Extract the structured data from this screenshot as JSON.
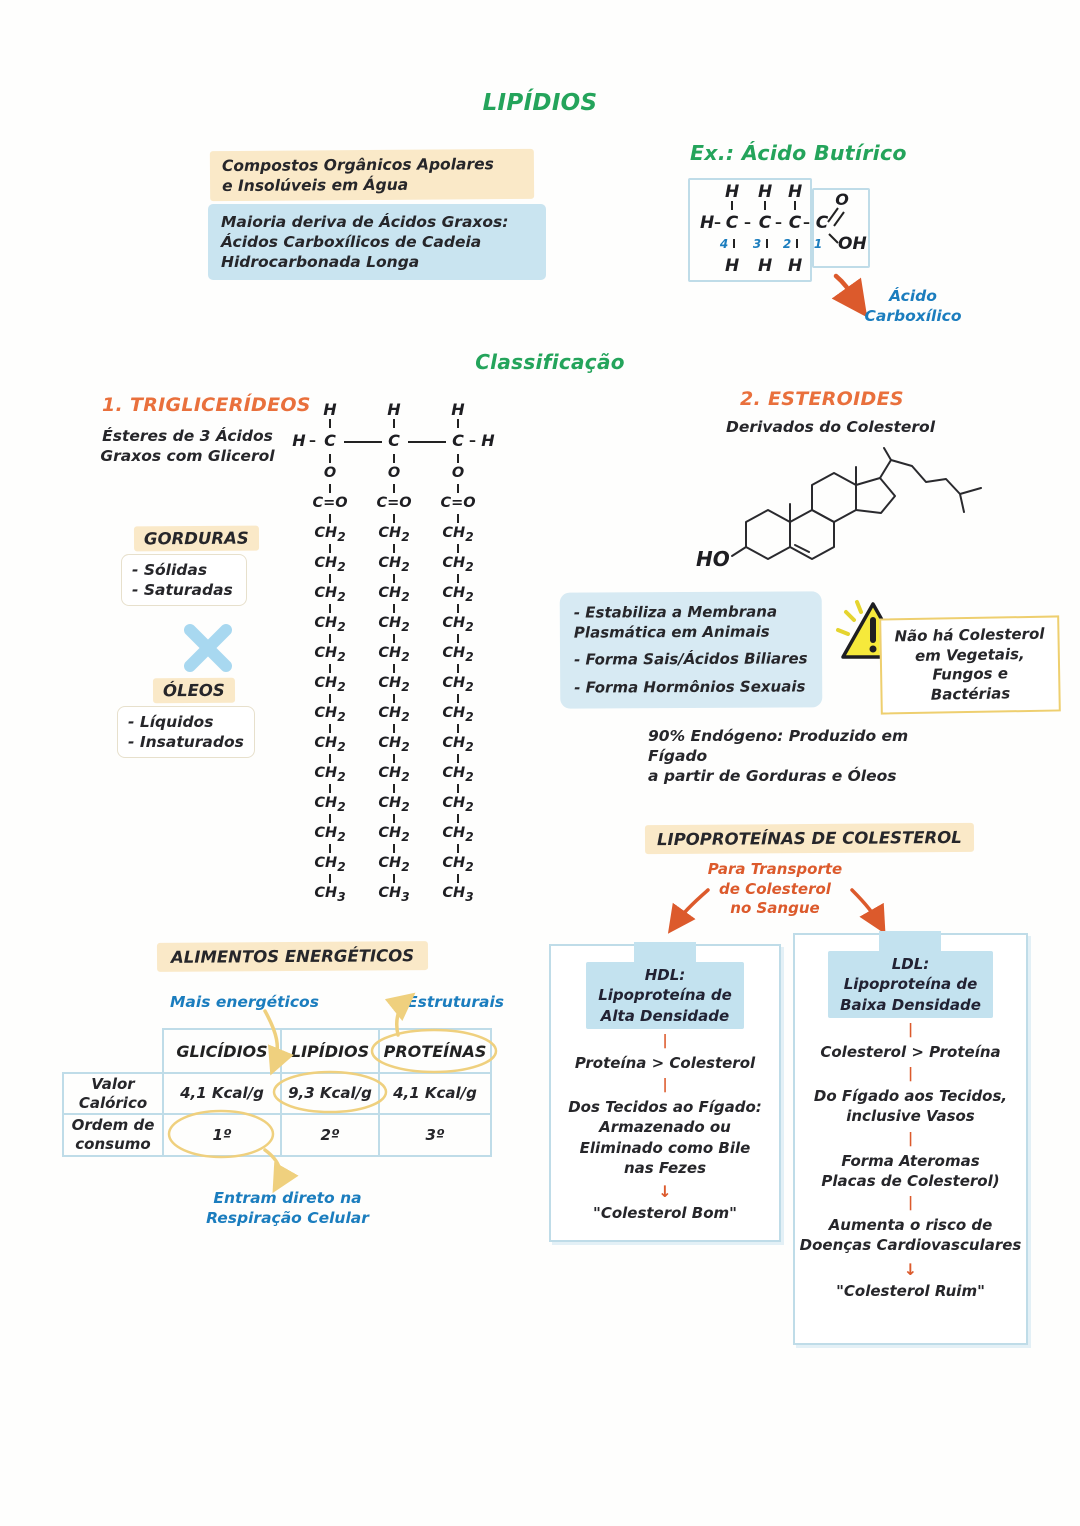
{
  "page": {
    "title": "LIPÍDIOS"
  },
  "intro": {
    "note_apolar": "Compostos Orgânicos Apolares\ne Insolúveis em Água",
    "note_acidos_graxos": "Maioria deriva de Ácidos Graxos:\nÁcidos Carboxílicos de Cadeia\nHidrocarbonada Longa"
  },
  "butyric": {
    "heading": "Ex.: Ácido Butírico",
    "top_h": [
      "H",
      "H",
      "H"
    ],
    "left_h": "H",
    "carbons": [
      "C",
      "C",
      "C",
      "C"
    ],
    "numbers": [
      "4",
      "3",
      "2",
      "1"
    ],
    "bottom_h": [
      "H",
      "H",
      "H"
    ],
    "o": "O",
    "oh": "OH",
    "arrow_label": "Ácido\nCarboxílico"
  },
  "classification": {
    "heading": "Classificação"
  },
  "triglycerides": {
    "heading": "1. TRIGLICERÍDEOS",
    "subtitle": "Ésteres de 3 Ácidos\nGraxos com Glicerol",
    "structure": {
      "h": "H",
      "c": "C"
    },
    "chain_units": [
      "O",
      "C=O",
      "CH2",
      "CH2",
      "CH2",
      "CH2",
      "CH2",
      "CH2",
      "CH2",
      "CH2",
      "CH2",
      "CH2",
      "CH2",
      "CH2",
      "CH3"
    ],
    "gorduras": {
      "title": "GORDURAS",
      "items": [
        "- Sólidas",
        "- Saturadas"
      ]
    },
    "oleos": {
      "title": "ÓLEOS",
      "items": [
        "- Líquidos",
        "- Insaturados"
      ]
    }
  },
  "steroids": {
    "heading": "2. ESTEROIDES",
    "subtitle": "Derivados do Colesterol",
    "ho_label": "HO",
    "functions": [
      "- Estabiliza a Membrana\nPlasmática em Animais",
      "- Forma Sais/Ácidos Biliares",
      "- Forma Hormônios Sexuais"
    ],
    "warning": "Não há Colesterol\nem Vegetais,\nFungos e Bactérias",
    "endogenous": "90% Endógeno: Produzido em Fígado\na partir de Gorduras e Óleos"
  },
  "lipoproteins": {
    "heading": "LIPOPROTEÍNAS DE COLESTEROL",
    "subtitle": "Para Transporte\nde Colesterol\nno Sangue",
    "hdl": {
      "title": "HDL:\nLipoproteína de\nAlta Densidade",
      "steps": [
        "Proteína > Colesterol",
        "Dos Tecidos ao Fígado:\nArmazenado ou\nEliminado como Bile\nnas Fezes"
      ],
      "result": "\"Colesterol Bom\""
    },
    "ldl": {
      "title": "LDL:\nLipoproteína de\nBaixa Densidade",
      "steps": [
        "Colesterol > Proteína",
        "Do Fígado aos Tecidos,\ninclusive Vasos",
        "Forma Ateromas\nPlacas de Colesterol)",
        "Aumenta o risco de\nDoenças Cardiovasculares"
      ],
      "result": "\"Colesterol Ruim\""
    }
  },
  "energy_table": {
    "heading": "ALIMENTOS ENERGÉTICOS",
    "annotation_left": "Mais energéticos",
    "annotation_right": "Estruturais",
    "columns": [
      "GLICÍDIOS",
      "LIPÍDIOS",
      "PROTEÍNAS"
    ],
    "rows": [
      {
        "label": "Valor\nCalórico",
        "values": [
          "4,1 Kcal/g",
          "9,3 Kcal/g",
          "4,1 Kcal/g"
        ]
      },
      {
        "label": "Ordem de\nconsumo",
        "values": [
          "1º",
          "2º",
          "3º"
        ]
      }
    ],
    "annotation_bottom": "Entram direto na\nRespiração Celular"
  }
}
